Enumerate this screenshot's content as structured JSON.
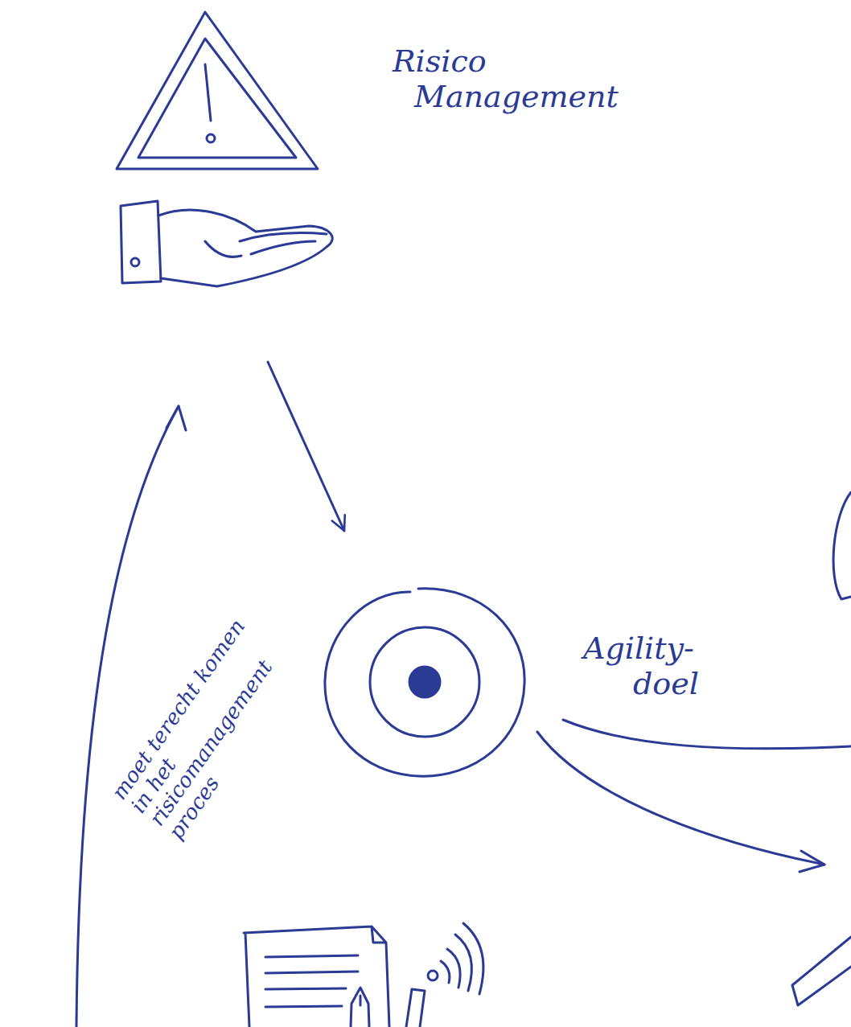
{
  "diagram": {
    "nodes": [
      {
        "text": [
          "Risico Management"
        ]
      },
      {
        "text": [
          "Agility- doel"
        ]
      }
    ],
    "edges": [
      {
        "from": 0,
        "to": 1,
        "arrow": "to"
      }
    ],
    "labels": [
      "moet terecht komen in het risicomanagement proces"
    ]
  }
}
